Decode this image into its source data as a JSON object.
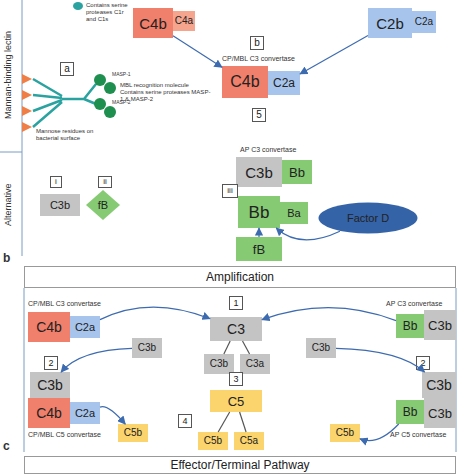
{
  "diagram": {
    "nodes": [
      {
        "text": [
          "C4b"
        ]
      },
      {
        "text": [
          "C4a"
        ]
      },
      {
        "text": [
          "C2b"
        ]
      },
      {
        "text": [
          "C2a"
        ]
      },
      {
        "text": [
          "b"
        ]
      },
      {
        "text": [
          "C4b"
        ]
      },
      {
        "text": [
          "C2a"
        ]
      },
      {
        "text": [
          "a"
        ]
      },
      {
        "text": [
          "5"
        ]
      },
      {
        "text": [
          "i"
        ]
      },
      {
        "text": [
          "ii"
        ]
      },
      {
        "text": [
          "C3b"
        ]
      },
      {
        "text": [
          "fB"
        ]
      },
      {
        "text": [
          "C3b"
        ]
      },
      {
        "text": [
          "Bb"
        ]
      },
      {
        "text": [
          "iii"
        ]
      },
      {
        "text": [
          "Bb"
        ]
      },
      {
        "text": [
          "Ba"
        ]
      },
      {
        "text": [
          "Factor D"
        ]
      },
      {
        "text": [
          "fB"
        ]
      },
      {
        "text": [
          "Amplification"
        ]
      },
      {
        "text": [
          "1"
        ]
      },
      {
        "text": [
          "C4b"
        ]
      },
      {
        "text": [
          "C2a"
        ]
      },
      {
        "text": [
          "C3"
        ]
      },
      {
        "text": [
          "Bb"
        ]
      },
      {
        "text": [
          "C3b"
        ]
      },
      {
        "text": [
          "C3b"
        ]
      },
      {
        "text": [
          "C3b"
        ]
      },
      {
        "text": [
          "C3a"
        ]
      },
      {
        "text": [
          "C3b"
        ]
      },
      {
        "text": [
          "2"
        ]
      },
      {
        "text": [
          "C3b"
        ]
      },
      {
        "text": [
          "2"
        ]
      },
      {
        "text": [
          "C3b"
        ]
      },
      {
        "text": [
          "3"
        ]
      },
      {
        "text": [
          "C4b"
        ]
      },
      {
        "text": [
          "C2a"
        ]
      },
      {
        "text": [
          "C5"
        ]
      },
      {
        "text": [
          "Bb"
        ]
      },
      {
        "text": [
          "C3b"
        ]
      },
      {
        "text": [
          "C5b"
        ]
      },
      {
        "text": [
          "4"
        ]
      },
      {
        "text": [
          "C5b"
        ]
      },
      {
        "text": [
          "C5a"
        ]
      },
      {
        "text": [
          "C5b"
        ]
      },
      {
        "text": [
          "Effector/Terminal Pathway"
        ]
      }
    ],
    "edges": [
      {
        "from": 0,
        "to": 5,
        "arrow": "to"
      },
      {
        "from": 2,
        "to": 6,
        "arrow": "to"
      },
      {
        "from": 19,
        "to": 16,
        "arrow": "to"
      },
      {
        "from": 18,
        "to": 16,
        "arrow": "to"
      },
      {
        "from": 23,
        "to": 24,
        "arrow": "to"
      },
      {
        "from": 25,
        "to": 24,
        "arrow": "to"
      },
      {
        "from": 24,
        "to": 28,
        "arrow": "none"
      },
      {
        "from": 24,
        "to": 29,
        "arrow": "none"
      },
      {
        "from": 27,
        "to": 32,
        "arrow": "to"
      },
      {
        "from": 30,
        "to": 34,
        "arrow": "to"
      },
      {
        "from": 37,
        "to": 41,
        "arrow": "to"
      },
      {
        "from": 39,
        "to": 45,
        "arrow": "to"
      },
      {
        "from": 38,
        "to": 43,
        "arrow": "none"
      },
      {
        "from": 38,
        "to": 44,
        "arrow": "none"
      }
    ],
    "labels": [
      "Mannan-binding lectin",
      "Alternative",
      "Contains serine proteases C1r and C1s",
      "MBL recognition molecule Contains serine proteases MASP-1 & MASP-2",
      "Mannose residues on bacterial surface",
      "MASP-1",
      "MASP-2",
      "CP/MBL C3 convertase",
      "AP C3 convertase",
      "b",
      "CP/MBL C3 convertase",
      "AP C3 convertase",
      "CP/MBL C5 convertase",
      "AP C5 convertase",
      "c"
    ]
  }
}
